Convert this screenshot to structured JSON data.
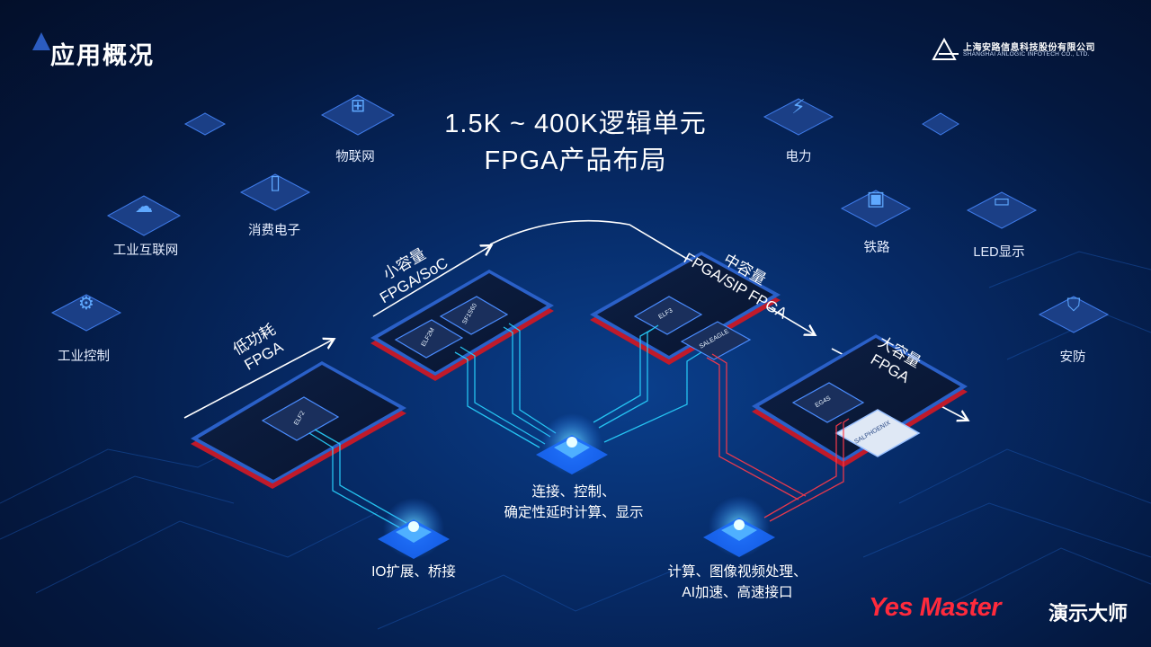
{
  "page": {
    "title": "应用概况"
  },
  "company": {
    "name_cn": "上海安路信息科技股份有限公司",
    "name_en": "SHANGHAI ANLOGIC INFOTECH CO., LTD."
  },
  "headline": {
    "line1": "1.5K ~ 400K逻辑单元",
    "line2": "FPGA产品布局"
  },
  "applications": [
    {
      "label": "物联网",
      "icon": "network-icon"
    },
    {
      "label": "消费电子",
      "icon": "handheld-device-icon"
    },
    {
      "label": "工业互联网",
      "icon": "cloud-monitor-icon"
    },
    {
      "label": "工业控制",
      "icon": "robot-arm-icon"
    },
    {
      "label": "电力",
      "icon": "lightning-icon"
    },
    {
      "label": "铁路",
      "icon": "train-icon"
    },
    {
      "label": "LED显示",
      "icon": "display-icon"
    },
    {
      "label": "安防",
      "icon": "shield-icon"
    }
  ],
  "categories": [
    {
      "line1": "低功耗",
      "line2": "FPGA"
    },
    {
      "line1": "小容量",
      "line2": "FPGA/SoC"
    },
    {
      "line1": "中容量",
      "line2": "FPGA/SIP FPGA"
    },
    {
      "line1": "大容量",
      "line2": "FPGA"
    }
  ],
  "chips": [
    "ELF2",
    "ELF2M",
    "SF1S60",
    "ELF3",
    "SALEAGLE",
    "EG4S",
    "SALPHOENIX"
  ],
  "functions": [
    {
      "line1": "连接、控制、",
      "line2": "确定性延时计算、显示"
    },
    {
      "line1": "IO扩展、桥接",
      "line2": ""
    },
    {
      "line1": "计算、图像视频处理、",
      "line2": "AI加速、高速接口"
    }
  ],
  "watermark": {
    "brand": "Yes Master",
    "suffix": "演示大师"
  },
  "colors": {
    "accent_cyan": "#29d3ff",
    "accent_red": "#ff3a4a",
    "background": "#062a66"
  }
}
